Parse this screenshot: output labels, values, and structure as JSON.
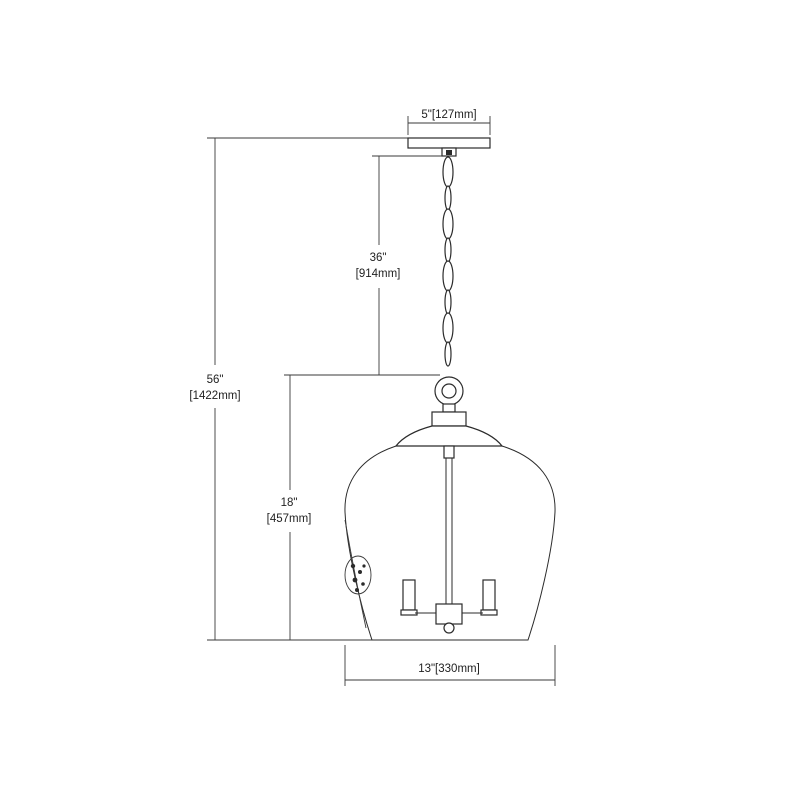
{
  "dimensions": {
    "canopy_width": {
      "label": "5\"[127mm]"
    },
    "chain_length": {
      "imperial": "36\"",
      "metric": "[914mm]"
    },
    "overall_height": {
      "imperial": "56\"",
      "metric": "[1422mm]"
    },
    "shade_height": {
      "imperial": "18\"",
      "metric": "[457mm]"
    },
    "shade_width": {
      "label": "13\"[330mm]"
    }
  },
  "colors": {
    "line": "#2b2b2b",
    "background": "#ffffff"
  }
}
